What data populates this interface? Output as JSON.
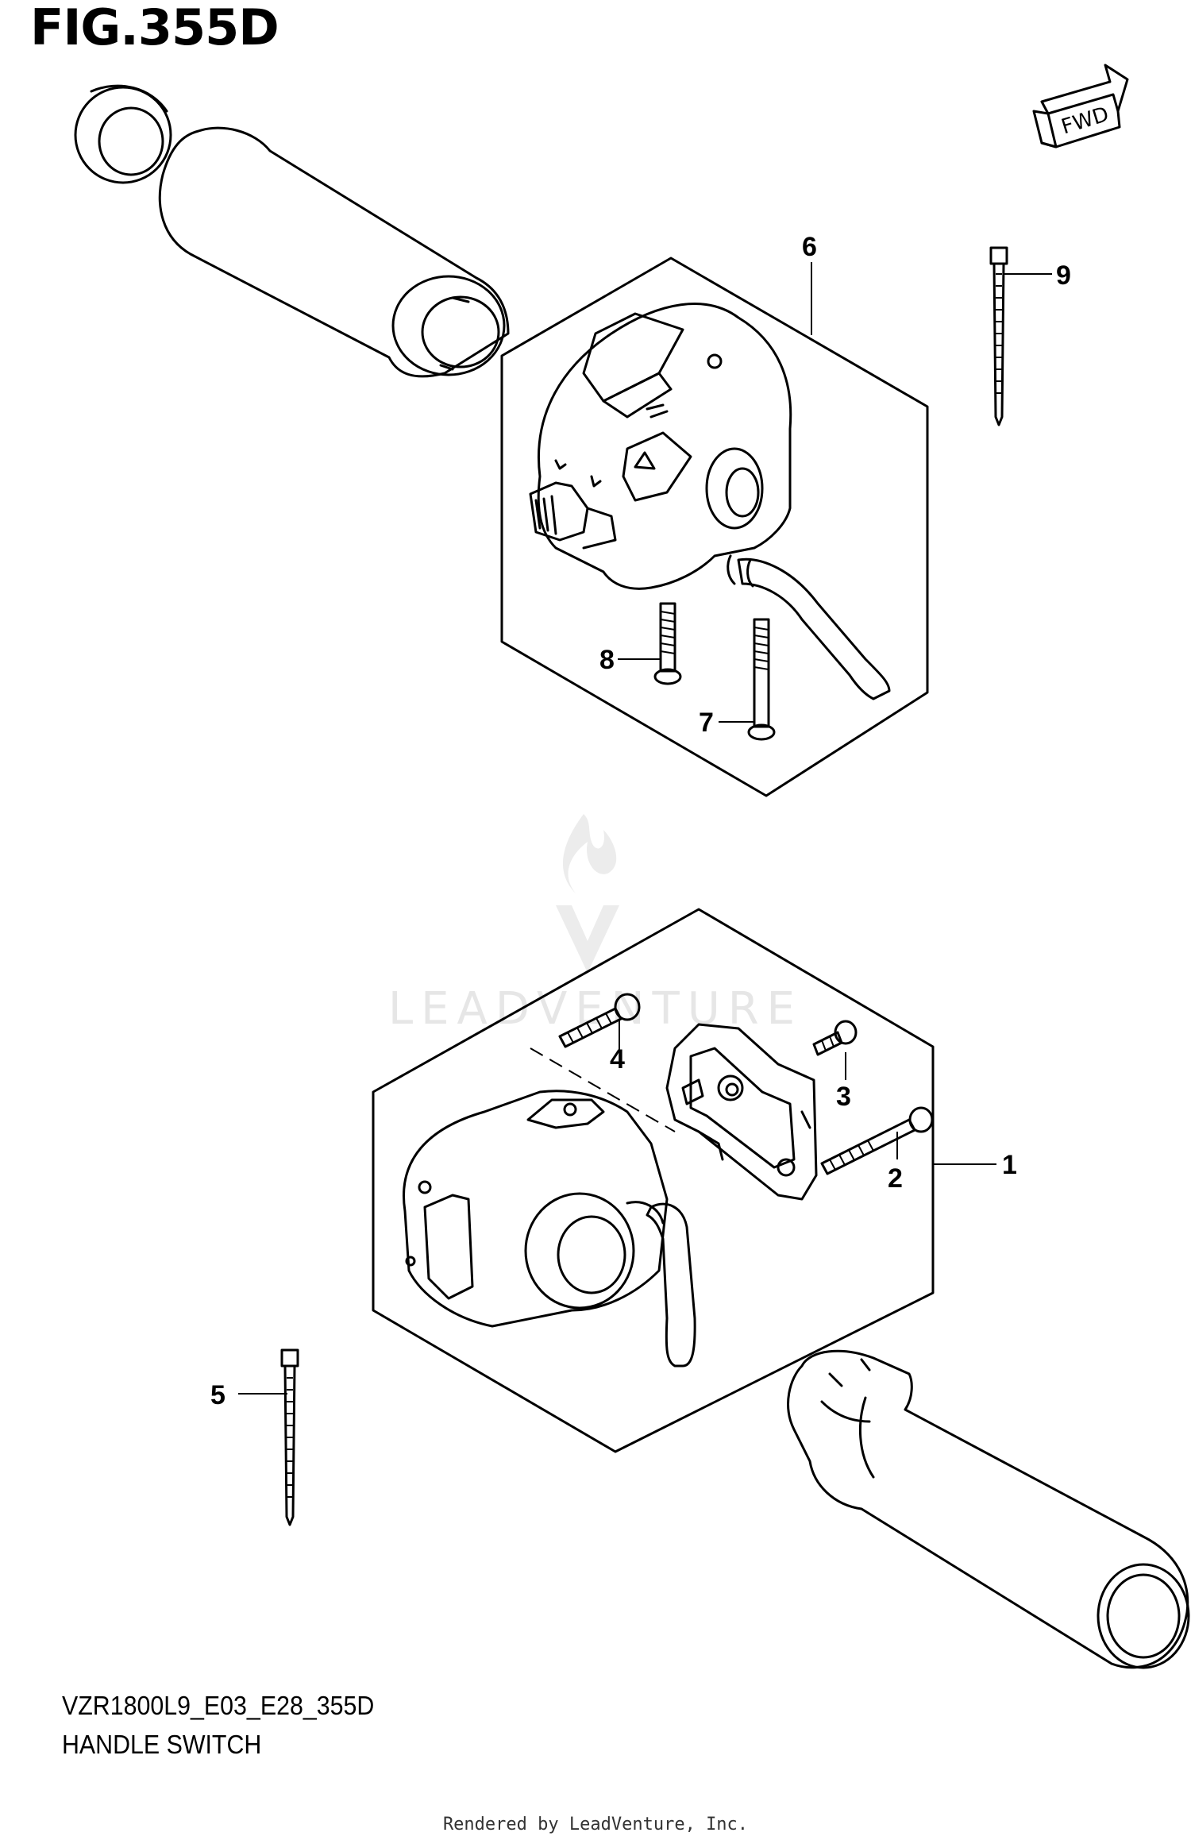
{
  "figure": {
    "title": "FIG.355D",
    "model_code": "VZR1800L9_E03_E28_355D",
    "caption": "HANDLE SWITCH",
    "footer": "Rendered by LeadVenture, Inc.",
    "watermark": "LEADVENTURE",
    "direction_badge": "FWD"
  },
  "callouts": [
    {
      "id": "1",
      "label": "1"
    },
    {
      "id": "2",
      "label": "2"
    },
    {
      "id": "3",
      "label": "3"
    },
    {
      "id": "4",
      "label": "4"
    },
    {
      "id": "5",
      "label": "5"
    },
    {
      "id": "6",
      "label": "6"
    },
    {
      "id": "7",
      "label": "7"
    },
    {
      "id": "8",
      "label": "8"
    },
    {
      "id": "9",
      "label": "9"
    }
  ]
}
